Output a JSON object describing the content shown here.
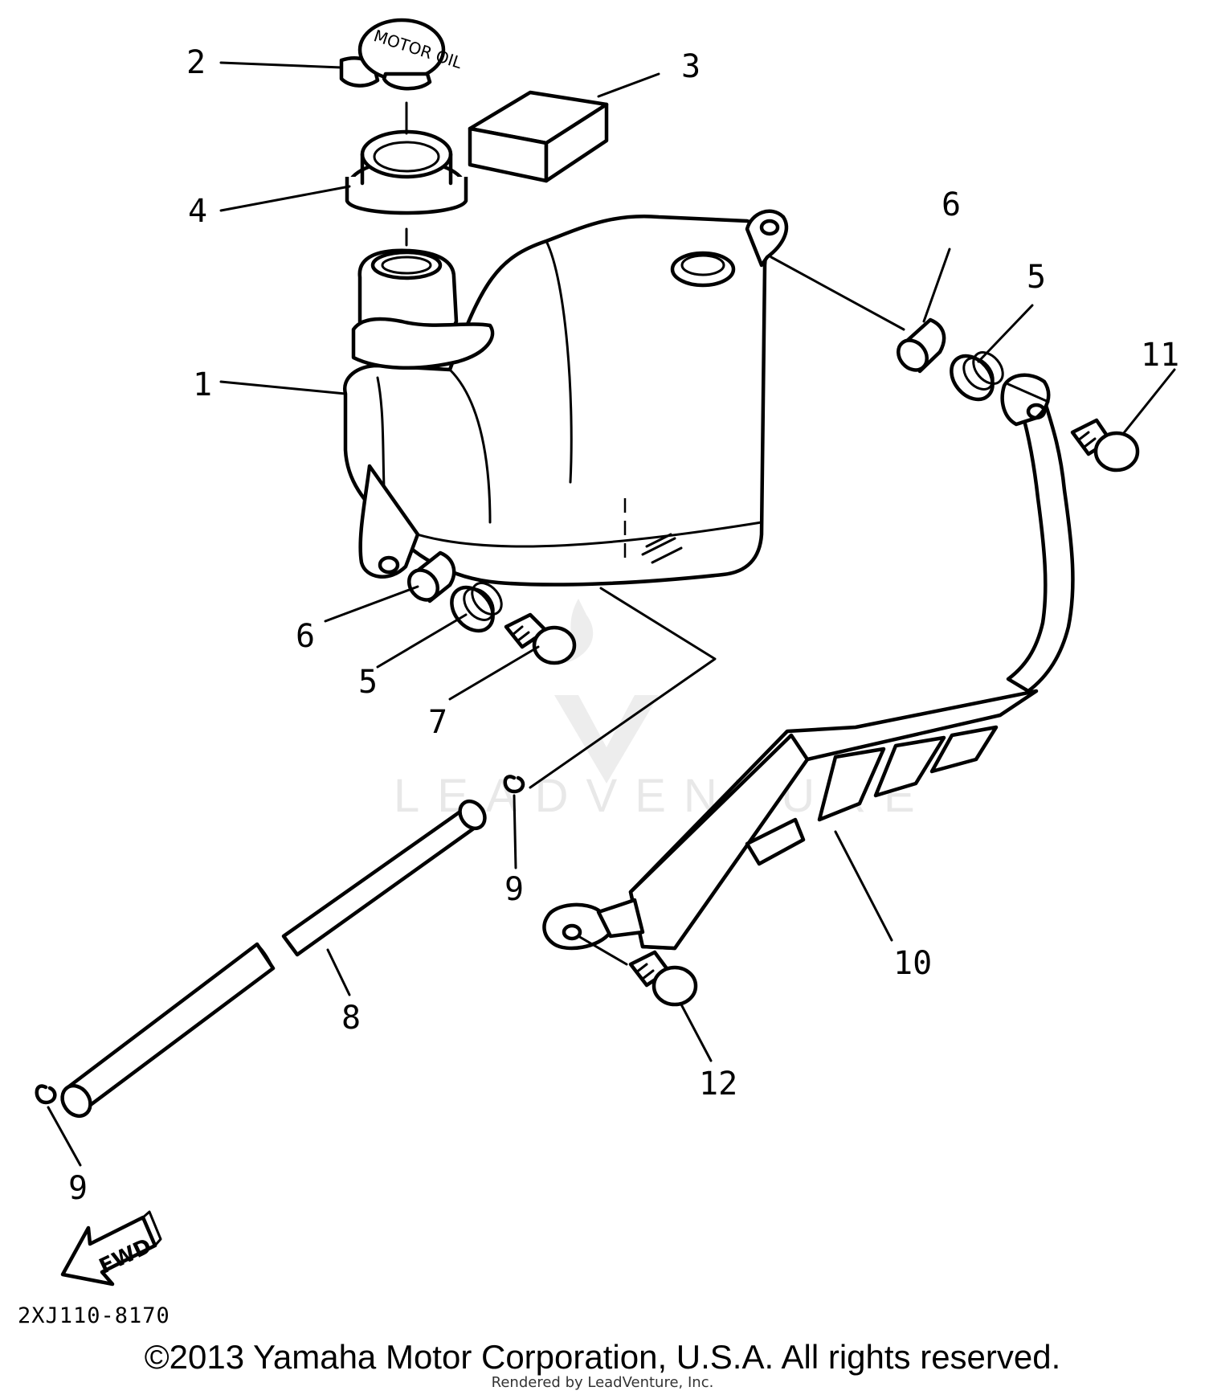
{
  "watermark": {
    "text": "LEADVENTURE"
  },
  "callouts": {
    "c1": "1",
    "c2": "2",
    "c3": "3",
    "c4": "4",
    "c5a": "5",
    "c5b": "5",
    "c6a": "6",
    "c6b": "6",
    "c7": "7",
    "c8": "8",
    "c9a": "9",
    "c9b": "9",
    "c10": "10",
    "c11": "11",
    "c12": "12"
  },
  "cap_text": "MOTOR OIL",
  "fwd_label": "FWD",
  "drawing_code": "2XJ110-8170",
  "copyright": "©2013 Yamaha Motor Corporation, U.S.A. All rights reserved.",
  "rendered_by": "Rendered by LeadVenture, Inc."
}
